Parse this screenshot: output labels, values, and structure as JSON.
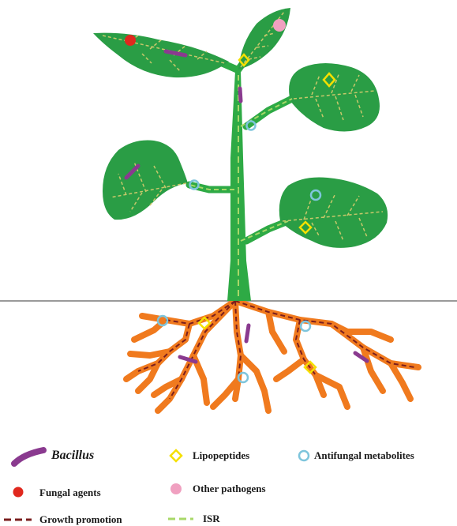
{
  "legend": {
    "bacillus": "Bacillus",
    "lipopeptides": "Lipopeptides",
    "antifungal": "Antifungal metabolites",
    "fungal": "Fungal agents",
    "other_pathogens": "Other pathogens",
    "growth_promotion": "Growth promotion",
    "isr": "ISR"
  },
  "colors": {
    "stem": "#2eaa45",
    "leaf": "#2a9d45",
    "vein": "#c8c86a",
    "root": "#f07a1e",
    "ground": "#9a9a9a",
    "bacillus": "#8a3a8f",
    "lipopeptide": "#f5e000",
    "antifungal": "#7ec5dc",
    "fungal": "#e0281e",
    "other_pathogen": "#f0a0c0",
    "growth_line": "#7a1e1e",
    "isr_line": "#a8d868"
  }
}
